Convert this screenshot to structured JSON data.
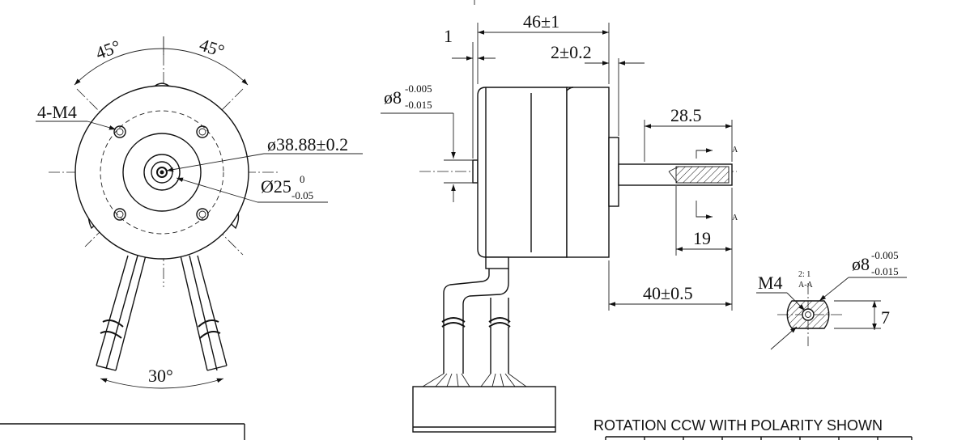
{
  "front_view": {
    "angle_left": "45°",
    "angle_right": "45°",
    "thread_holes": "4-M4",
    "outer_diameter": "ø38.88±0.2",
    "pilot_diameter": "Ø25",
    "pilot_tol_upper": "0",
    "pilot_tol_lower": "-0.05",
    "lead_angle": "30°"
  },
  "side_view": {
    "body_length": "46±1",
    "flange_offset": "1",
    "flange_thickness": "2±0.2",
    "rear_boss_diameter": "ø8",
    "rear_boss_tol_upper": "-0.005",
    "rear_boss_tol_lower": "-0.015",
    "shaft_length": "28.5",
    "thread_depth": "19",
    "shaft_from_face": "40±0.5",
    "section_marker": "A"
  },
  "section_view": {
    "scale": "2: 1",
    "name": "A-A",
    "thread": "M4",
    "shaft_diameter": "ø8",
    "shaft_tol_upper": "-0.005",
    "shaft_tol_lower": "-0.015",
    "flat_dim": "7"
  },
  "notes": {
    "rotation": "ROTATION CCW WITH POLARITY SHOWN"
  }
}
